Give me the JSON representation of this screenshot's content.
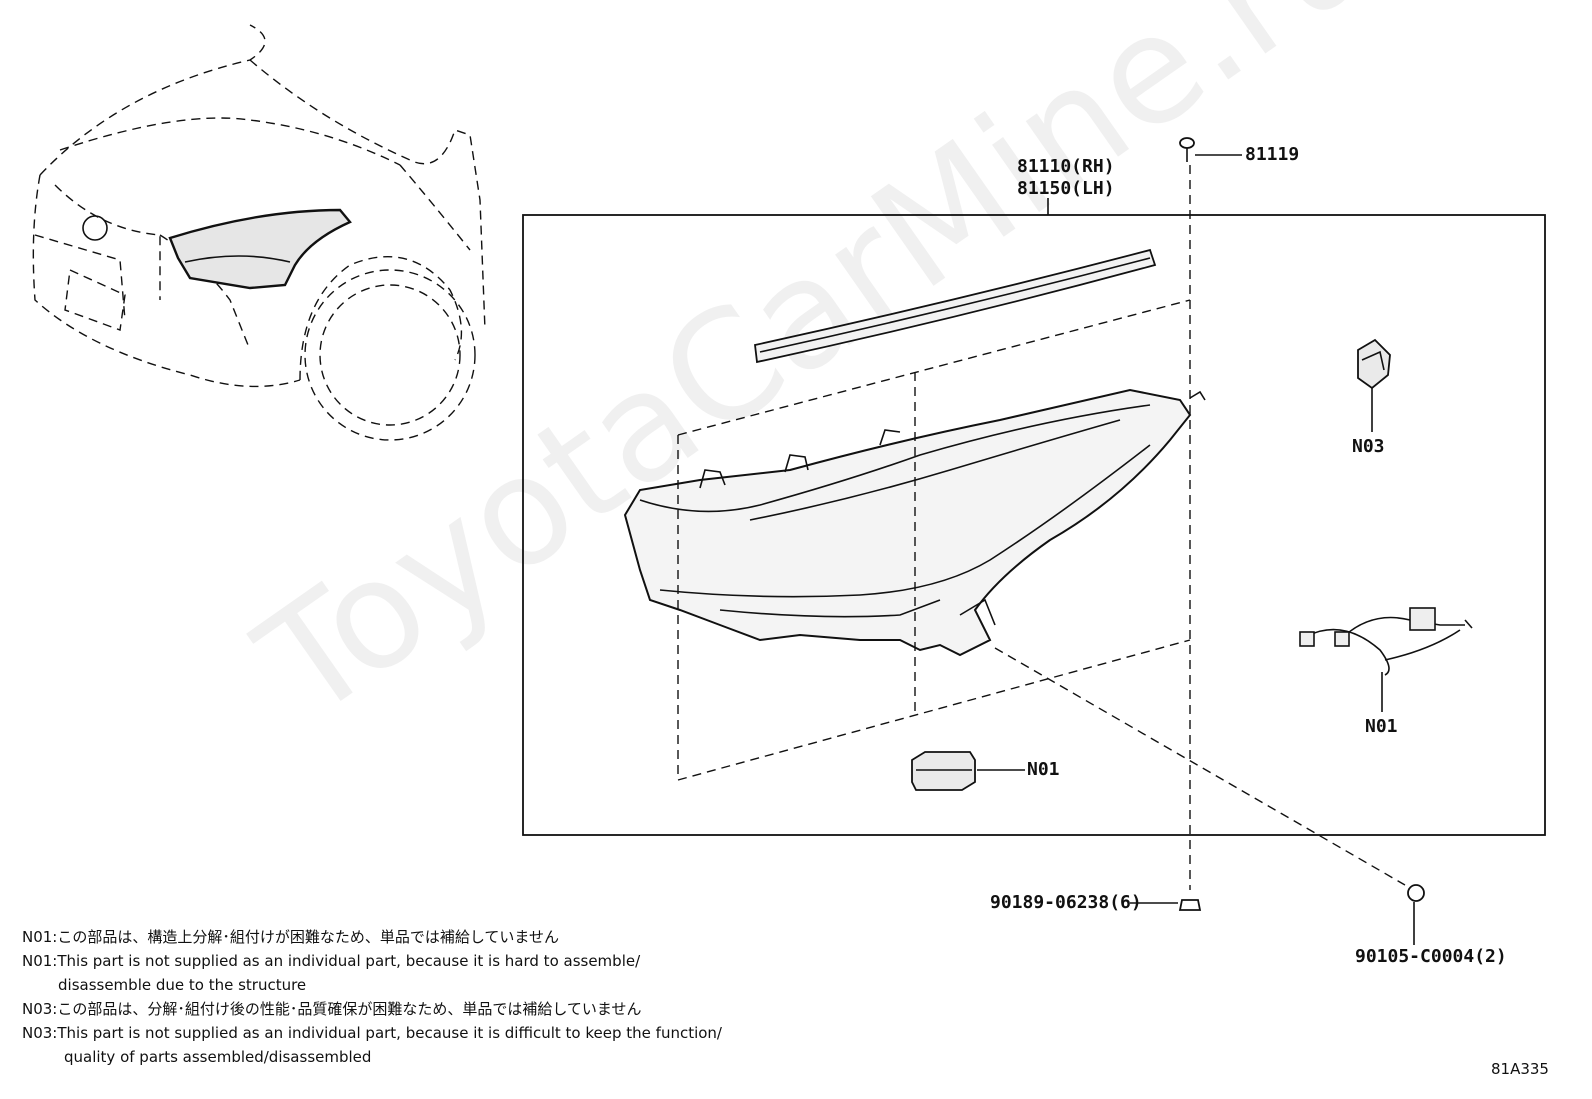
{
  "watermark": "ToyotaCarMine.ru",
  "parts": {
    "headlamp_rh": "81110(RH)",
    "headlamp_lh": "81150(LH)",
    "screw_top": "81119",
    "n03": "N03",
    "n01_harness": "N01",
    "n01_module": "N01",
    "clip_bottom": "90189-06238(6)",
    "screw_right": "90105-C0004(2)"
  },
  "notes": {
    "n01_jp": "N01:この部品は、構造上分解･組付けが困難なため、単品では補給していません",
    "n01_en_1": "N01:This part is not supplied as an individual part, because it is hard to assemble/",
    "n01_en_2": "disassemble due to the structure",
    "n03_jp": "N03:この部品は、分解･組付け後の性能･品質確保が困難なため、単品では補給していません",
    "n03_en_1": "N03:This part is not supplied as an individual part, because it is difficult to keep the function/",
    "n03_en_2": "quality of parts assembled/disassembled"
  },
  "figure_code": "81A335"
}
